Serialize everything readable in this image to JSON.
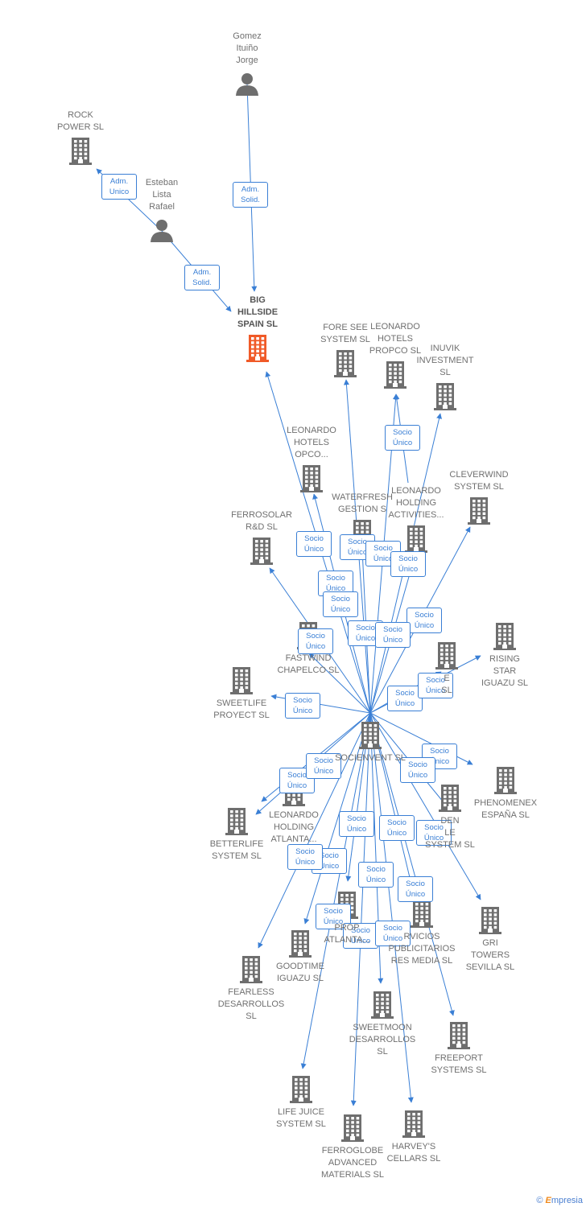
{
  "colors": {
    "edge": "#3a7fd5",
    "company": "#6e6e6e",
    "main_company": "#f05a28",
    "person": "#6e6e6e",
    "label": "#707070"
  },
  "nodes": [
    {
      "id": "gomez",
      "type": "person",
      "label": "Gomez\nItuiño\nJorge"
    },
    {
      "id": "rock",
      "type": "company",
      "label": "ROCK\nPOWER SL"
    },
    {
      "id": "esteban",
      "type": "person",
      "label": "Esteban\nLista\nRafael"
    },
    {
      "id": "bighill",
      "type": "main",
      "label": "BIG\nHILLSIDE\nSPAIN SL"
    },
    {
      "id": "foresee",
      "type": "company",
      "label": "FORE SEE\nSYSTEM SL"
    },
    {
      "id": "leo_propco",
      "type": "company",
      "label": "LEONARDO\nHOTELS\nPROPCO SL"
    },
    {
      "id": "inuvik",
      "type": "company",
      "label": "INUVIK\nINVESTMENT\nSL"
    },
    {
      "id": "leo_opco",
      "type": "company",
      "label": "LEONARDO\nHOTELS\nOPCO..."
    },
    {
      "id": "cleverwind",
      "type": "company",
      "label": "CLEVERWIND\nSYSTEM SL"
    },
    {
      "id": "waterfresh",
      "type": "company",
      "label": "WATERFRESH\nGESTION S"
    },
    {
      "id": "leo_activities",
      "type": "company",
      "label": "LEONARDO\nHOLDING\nACTIVITIES..."
    },
    {
      "id": "ferrosolar",
      "type": "company",
      "label": "FERROSOLAR\nR&D SL"
    },
    {
      "id": "rising",
      "type": "company",
      "label": "RISING\nSTAR\nIGUAZU SL"
    },
    {
      "id": "fastwind",
      "type": "company",
      "label": "FASTWIND\nCHAPELCO SL"
    },
    {
      "id": "anon1",
      "type": "company",
      "label": "E\nSL"
    },
    {
      "id": "sweetlife",
      "type": "company",
      "label": "SWEETLIFE\nPROYECT SL"
    },
    {
      "id": "socienvent",
      "type": "company",
      "label": "SOCIENVENT SL"
    },
    {
      "id": "phenomenex",
      "type": "company",
      "label": "PHENOMENEX\nESPAÑA SL"
    },
    {
      "id": "leo_atlanta",
      "type": "company",
      "label": "LEONARDO\nHOLDING\nATLANTA..."
    },
    {
      "id": "betterlife",
      "type": "company",
      "label": "BETTERLIFE\nSYSTEM SL"
    },
    {
      "id": "golden",
      "type": "company",
      "label": "DEN\nLE\nSYSTEM SL"
    },
    {
      "id": "gri",
      "type": "company",
      "label": "GRI\nTOWERS\nSEVILLA SL"
    },
    {
      "id": "leo_prop_atl",
      "type": "company",
      "label": "PROP\nATLANTA..."
    },
    {
      "id": "servicios",
      "type": "company",
      "label": "RVICIOS\nPUBLICITARIOS\nRES MEDIA SL"
    },
    {
      "id": "goodtime",
      "type": "company",
      "label": "GOODTIME\nIGUAZU SL"
    },
    {
      "id": "fearless",
      "type": "company",
      "label": "FEARLESS\nDESARROLLOS\nSL"
    },
    {
      "id": "sweetmoon",
      "type": "company",
      "label": "SWEETMOON\nDESARROLLOS\nSL"
    },
    {
      "id": "freeport",
      "type": "company",
      "label": "FREEPORT\nSYSTEMS SL"
    },
    {
      "id": "lifejuice",
      "type": "company",
      "label": "LIFE JUICE\nSYSTEM SL"
    },
    {
      "id": "ferroglobe",
      "type": "company",
      "label": "FERROGLOBE\nADVANCED\nMATERIALS SL"
    },
    {
      "id": "harveys",
      "type": "company",
      "label": "HARVEY'S\nCELLARS SL"
    }
  ],
  "edges": [
    {
      "from": "gomez",
      "to": "bighill",
      "label": "Adm.\nSolid."
    },
    {
      "from": "esteban",
      "to": "rock",
      "label": "Adm.\nUnico"
    },
    {
      "from": "esteban",
      "to": "bighill",
      "label": "Adm.\nSolid."
    },
    {
      "from": "leo_activities",
      "to": "leo_propco",
      "label": "Socio\nÚnico"
    },
    {
      "from": "socienvent",
      "to": "bighill",
      "label": "Socio\nÚnico"
    },
    {
      "from": "socienvent",
      "to": "foresee",
      "label": "Socio\nÚnico"
    },
    {
      "from": "socienvent",
      "to": "leo_propco",
      "label": "Socio\nÚnico"
    },
    {
      "from": "socienvent",
      "to": "inuvik",
      "label": "Socio\nÚnico"
    },
    {
      "from": "socienvent",
      "to": "leo_opco",
      "label": "Socio\nÚnico"
    },
    {
      "from": "socienvent",
      "to": "waterfresh",
      "label": "Socio\nÚnico"
    },
    {
      "from": "socienvent",
      "to": "leo_activities",
      "label": "Socio\nÚnico"
    },
    {
      "from": "socienvent",
      "to": "cleverwind",
      "label": "Socio\nÚnico"
    },
    {
      "from": "socienvent",
      "to": "ferrosolar",
      "label": "Socio\nÚnico"
    },
    {
      "from": "socienvent",
      "to": "fastwind",
      "label": "Socio\nÚnico"
    },
    {
      "from": "socienvent",
      "to": "anon1",
      "label": "Socio\nÚnico"
    },
    {
      "from": "socienvent",
      "to": "rising",
      "label": "Socio\nÚnico"
    },
    {
      "from": "socienvent",
      "to": "sweetlife",
      "label": "Socio\nÚnico"
    },
    {
      "from": "socienvent",
      "to": "phenomenex",
      "label": "Socio\nÚnico"
    },
    {
      "from": "socienvent",
      "to": "leo_atlanta",
      "label": "Socio\nÚnico"
    },
    {
      "from": "socienvent",
      "to": "betterlife",
      "label": "Socio\nÚnico"
    },
    {
      "from": "socienvent",
      "to": "golden",
      "label": "Socio\nÚnico"
    },
    {
      "from": "socienvent",
      "to": "gri",
      "label": "Socio\nÚnico"
    },
    {
      "from": "socienvent",
      "to": "leo_prop_atl",
      "label": "Socio\nÚnico"
    },
    {
      "from": "socienvent",
      "to": "servicios",
      "label": "Socio\nÚnico"
    },
    {
      "from": "socienvent",
      "to": "goodtime",
      "label": "Socio\nÚnico"
    },
    {
      "from": "socienvent",
      "to": "fearless",
      "label": "Socio\nÚnico"
    },
    {
      "from": "socienvent",
      "to": "sweetmoon",
      "label": "Socio\nÚnico"
    },
    {
      "from": "socienvent",
      "to": "freeport",
      "label": "Socio\nÚnico"
    },
    {
      "from": "socienvent",
      "to": "lifejuice",
      "label": "Socio\nÚnico"
    },
    {
      "from": "socienvent",
      "to": "ferroglobe",
      "label": "Socio\nÚnico"
    },
    {
      "from": "socienvent",
      "to": "harveys",
      "label": "Socio\nÚnico"
    }
  ],
  "footer": {
    "copyright": "©",
    "brand_e": "E",
    "brand_rest": "mpresia"
  }
}
